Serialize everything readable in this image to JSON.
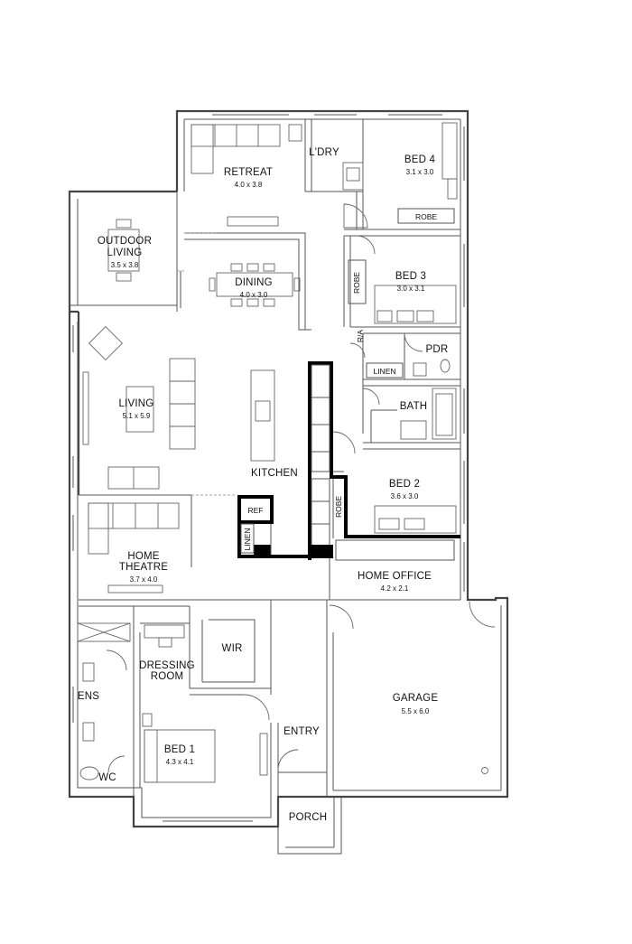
{
  "rooms": {
    "retreat": {
      "name": "RETREAT",
      "size": "4.0 x 3.8"
    },
    "laundry": {
      "name": "L'DRY"
    },
    "bed4": {
      "name": "BED 4",
      "size": "3.1 x 3.0"
    },
    "robe4": {
      "name": "ROBE"
    },
    "outdoor": {
      "name1": "OUTDOOR",
      "name2": "LIVING",
      "size": "3.5 x 3.8"
    },
    "dining": {
      "name": "DINING",
      "size": "4.0 x 3.0"
    },
    "bed3": {
      "name": "BED 3",
      "size": "3.0 x 3.1"
    },
    "robe3": {
      "name": "ROBE"
    },
    "ra": {
      "name": "R/A"
    },
    "pdr": {
      "name": "PDR"
    },
    "linen_bath": {
      "name": "LINEN"
    },
    "bath": {
      "name": "BATH"
    },
    "living": {
      "name": "LIVING",
      "size": "5.1 x 5.9"
    },
    "kitchen": {
      "name": "KITCHEN"
    },
    "bed2": {
      "name": "BED 2",
      "size": "3.6 x 3.0"
    },
    "robe2": {
      "name": "ROBE"
    },
    "ref": {
      "name": "REF"
    },
    "linen_kitchen": {
      "name": "LINEN"
    },
    "home_theatre": {
      "name1": "HOME",
      "name2": "THEATRE",
      "size": "3.7 x 4.0"
    },
    "home_office": {
      "name": "HOME OFFICE",
      "size": "4.2 x 2.1"
    },
    "wir": {
      "name": "WIR"
    },
    "dressing": {
      "name1": "DRESSING",
      "name2": "ROOM"
    },
    "ens": {
      "name": "ENS"
    },
    "wc": {
      "name": "WC"
    },
    "bed1": {
      "name": "BED 1",
      "size": "4.3 x 4.1"
    },
    "entry": {
      "name": "ENTRY"
    },
    "garage": {
      "name": "GARAGE",
      "size": "5.5 x 6.0"
    },
    "porch": {
      "name": "PORCH"
    }
  }
}
